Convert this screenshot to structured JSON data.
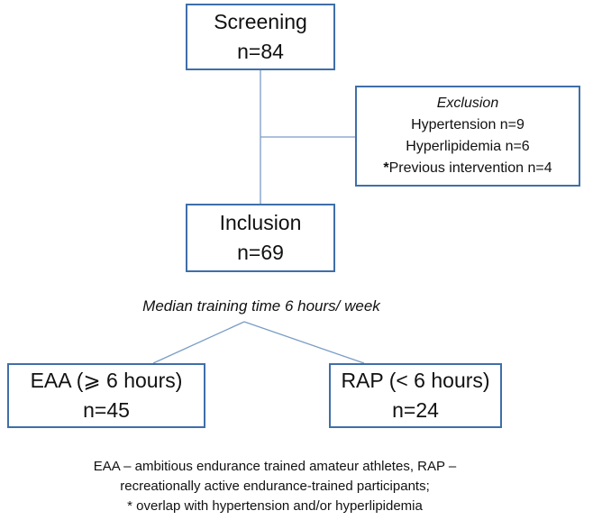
{
  "screening": {
    "title": "Screening",
    "count": "n=84"
  },
  "exclusion": {
    "title": "Exclusion",
    "lines": [
      "Hypertension n=9",
      "Hyperlipidemia n=6"
    ],
    "asterisk": "*",
    "last_line": "Previous intervention n=4"
  },
  "inclusion": {
    "title": "Inclusion",
    "count": "n=69"
  },
  "median_note": "Median training time 6 hours/ week",
  "groups": [
    {
      "label": "EAA (⩾ 6 hours)",
      "count": "n=45"
    },
    {
      "label": "RAP (< 6 hours)",
      "count": "n=24"
    }
  ],
  "footnote": {
    "lines": [
      "EAA – ambitious endurance trained amateur athletes, RAP –",
      "recreationally active endurance-trained participants;",
      "* overlap with hypertension and/or hyperlipidemia"
    ]
  },
  "colors": {
    "box_border": "#3f6fa9",
    "connector": "#7a9cc6",
    "text": "#111111"
  }
}
